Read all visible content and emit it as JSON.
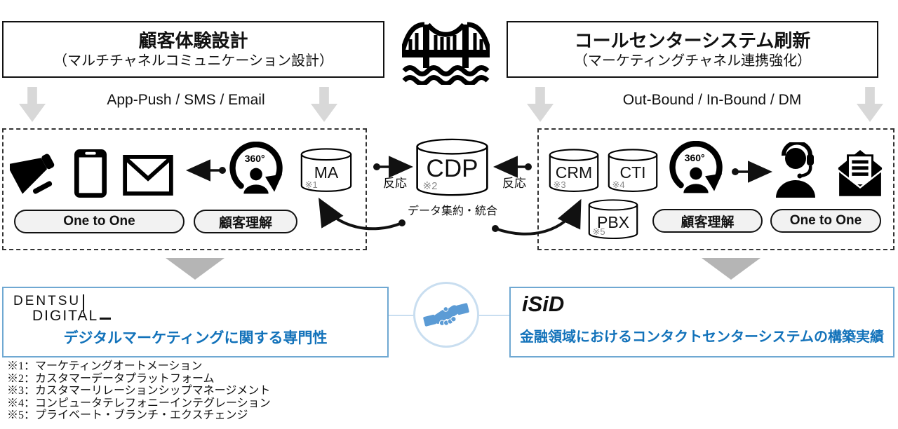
{
  "header": {
    "left": {
      "title": "顧客体験設計",
      "subtitle": "（マルチチャネルコミュニケーション設計）",
      "channels": "App-Push / SMS / Email"
    },
    "right": {
      "title": "コールセンターシステム刷新",
      "subtitle": "（マーケティングチャネル連携強化）",
      "channels": "Out-Bound / In-Bound / DM"
    }
  },
  "left_panel": {
    "rotate360": "360°",
    "ma": {
      "label": "MA",
      "note": "※1"
    },
    "pills": {
      "one_to_one": "One to One",
      "customer": "顧客理解"
    }
  },
  "center": {
    "cdp": {
      "label": "CDP",
      "note": "※2"
    },
    "caption": "データ集約・統合",
    "reaction_left": "反応",
    "reaction_right": "反応"
  },
  "right_panel": {
    "rotate360": "360°",
    "crm": {
      "label": "CRM",
      "note": "※3"
    },
    "cti": {
      "label": "CTI",
      "note": "※4"
    },
    "pbx": {
      "label": "PBX",
      "note": "※5"
    },
    "pills": {
      "customer": "顧客理解",
      "one_to_one": "One to One"
    }
  },
  "bottom": {
    "left": {
      "logo_line1": "DENTSU",
      "logo_line2": "DIGITAL",
      "strength": "デジタルマーケティングに関する専門性"
    },
    "right": {
      "logo": "iSiD",
      "strength": "金融領域におけるコンタクトセンターシステムの構築実績"
    }
  },
  "footnotes": [
    "※1：マーケティングオートメーション",
    "※2：カスタマーデータプラットフォーム",
    "※3：カスタマーリレーションシップマネージメント",
    "※4：コンピュータテレフォニーインテグレーション",
    "※5：プライベート・ブランチ・エクスチェンジ"
  ],
  "colors": {
    "accent_blue": "#1272BA",
    "handshake_blue": "#5B9BD5",
    "partner_border_blue": "#6FA8D2",
    "arrow_gray": "#D8D8D8",
    "triangle_gray": "#B5B5B5"
  }
}
